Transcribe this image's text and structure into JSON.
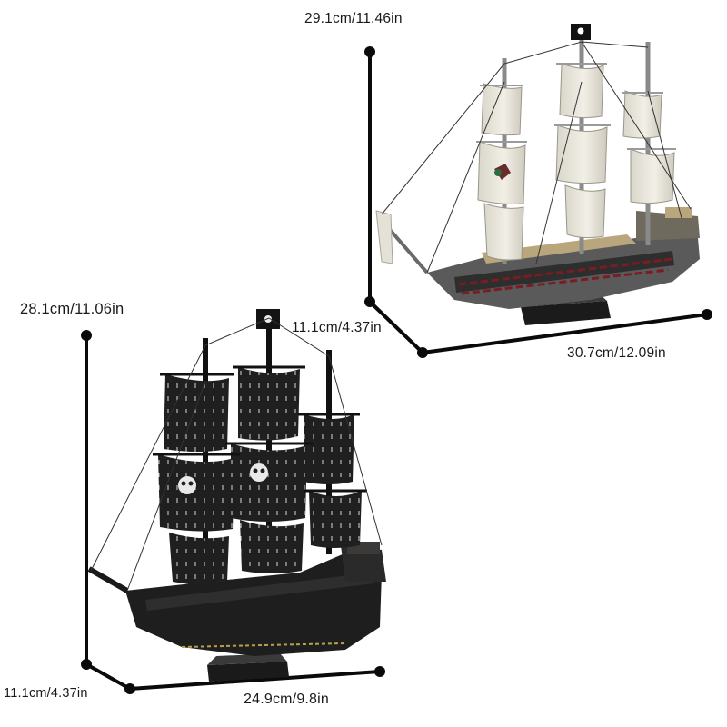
{
  "white_ship": {
    "height_label": "29.1cm/11.46in",
    "length_label": "30.7cm/12.09in"
  },
  "black_ship": {
    "height_label": "28.1cm/11.06in",
    "depth_label": "11.1cm/4.37in",
    "length_label": "24.9cm/9.8in",
    "depth_label_bottom": "11.1cm/4.37in"
  },
  "colors": {
    "dimension_line": "#0a0a0a",
    "white_sail": "#e9e6dc",
    "black_sail": "#1c1c1c",
    "dark_hull": "#2b2b2b",
    "tan_trim": "#b9a67c",
    "red_stripe": "#6b1a1f"
  }
}
